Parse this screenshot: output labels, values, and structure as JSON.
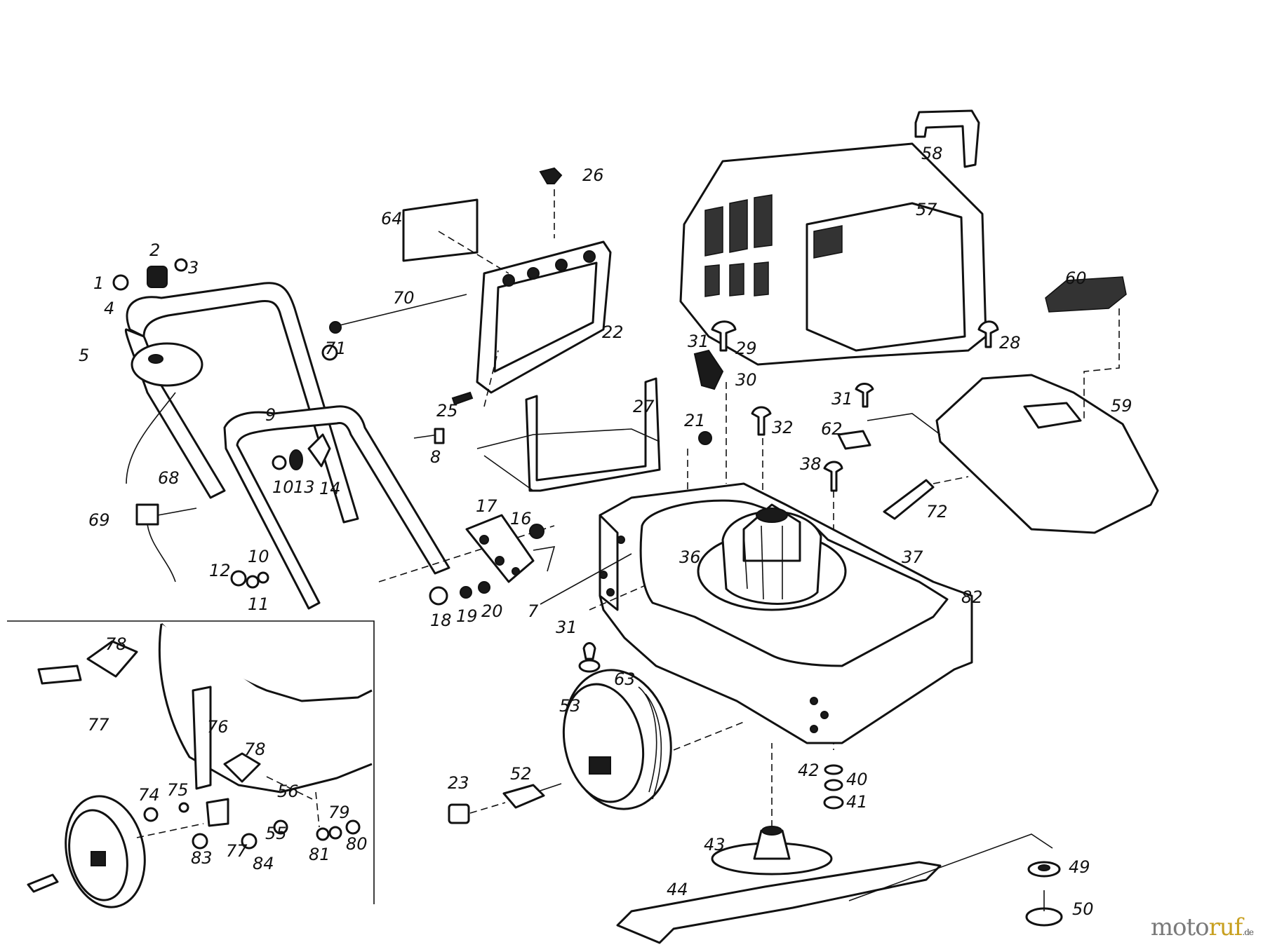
{
  "callouts": [
    "1",
    "2",
    "3",
    "4",
    "5",
    "7",
    "8",
    "9",
    "10",
    "10",
    "11",
    "12",
    "13",
    "14",
    "16",
    "17",
    "18",
    "19",
    "20",
    "21",
    "22",
    "23",
    "25",
    "26",
    "27",
    "28",
    "29",
    "30",
    "31",
    "31",
    "31",
    "32",
    "36",
    "37",
    "38",
    "40",
    "41",
    "42",
    "43",
    "44",
    "49",
    "50",
    "52",
    "53",
    "56",
    "55",
    "57",
    "58",
    "59",
    "60",
    "62",
    "63",
    "64",
    "68",
    "69",
    "70",
    "71",
    "72",
    "74",
    "75",
    "76",
    "77",
    "77",
    "78",
    "78",
    "79",
    "80",
    "81",
    "82",
    "83",
    "84"
  ],
  "watermark": {
    "main": "moto",
    "accent": "ruf",
    "tld": ".de"
  }
}
